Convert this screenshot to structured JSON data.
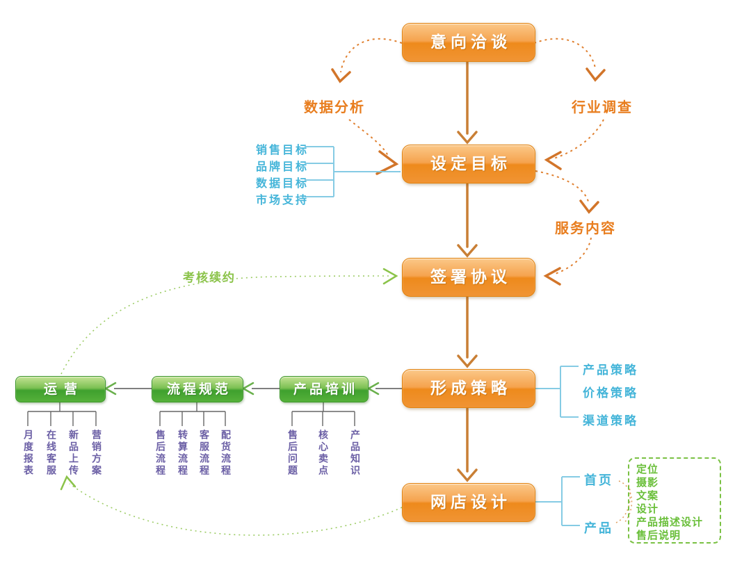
{
  "main_flow": {
    "step1": "意向洽谈",
    "step2": "设定目标",
    "step3": "签署协议",
    "step4": "形成策略",
    "step5": "网店设计"
  },
  "annotations": {
    "data_analysis": "数据分析",
    "industry_survey": "行业调查",
    "service_content": "服务内容",
    "assessment_renewal": "考核续约"
  },
  "goal_list": {
    "items": [
      "销售目标",
      "品牌目标",
      "数据目标",
      "市场支持"
    ]
  },
  "strategy_list": {
    "items": [
      "产品策略",
      "价格策略",
      "渠道策略"
    ]
  },
  "store_design": {
    "home": "首页",
    "product": "产品",
    "detail_items": [
      "定位",
      "摄影",
      "文案",
      "设计",
      "产品描述设计",
      "售后说明"
    ]
  },
  "execution": {
    "operations": {
      "label": "运营",
      "items": [
        "月度报表",
        "在线客服",
        "新品上传",
        "营销方案"
      ]
    },
    "process_spec": {
      "label": "流程规范",
      "items": [
        "售后流程",
        "转算流程",
        "客服流程",
        "配货流程"
      ]
    },
    "product_training": {
      "label": "产品培训",
      "items": [
        "售后问题",
        "核心卖点",
        "产品知识"
      ]
    }
  },
  "colors": {
    "box_orange": "#ee8a1c",
    "box_green": "#4aa834",
    "label_orange": "#e87d1e",
    "label_blue": "#45b5d9",
    "label_green": "#7ac143",
    "label_purple": "#6b5fa5",
    "arrow_solid": "#c97f35"
  }
}
